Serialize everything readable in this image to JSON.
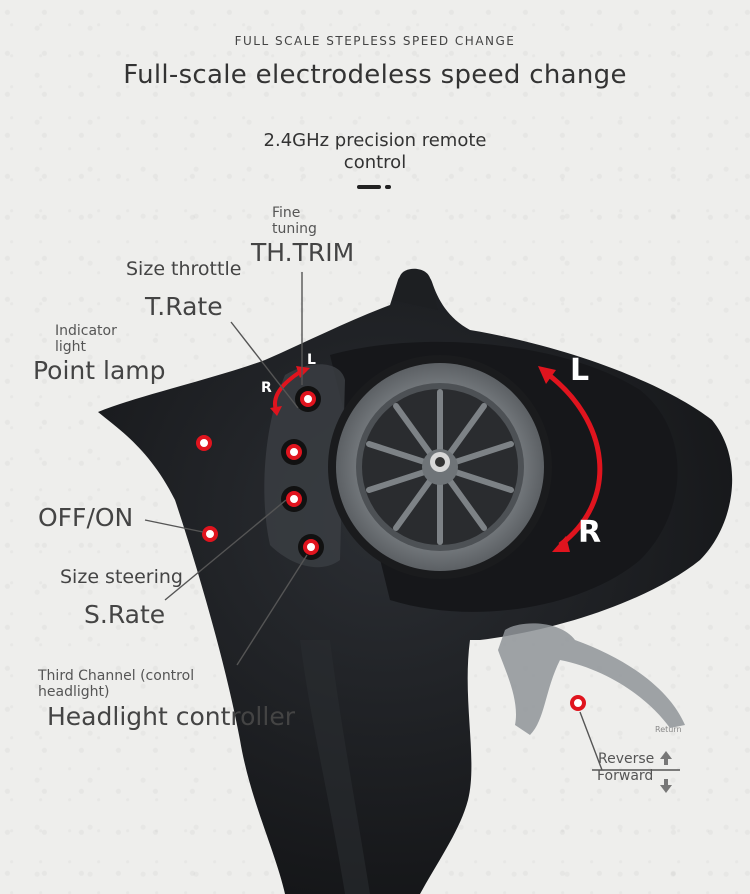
{
  "header": {
    "subtitle": "FULL SCALE STEPLESS SPEED CHANGE",
    "title": "Full-scale electrodeless speed change",
    "caption_line1": "2.4GHz precision remote",
    "caption_line2": "control"
  },
  "callouts": {
    "fine_tuning_l1": "Fine",
    "fine_tuning_l2": "tuning",
    "th_trim": "TH.TRIM",
    "size_throttle": "Size throttle",
    "t_rate": "T.Rate",
    "indicator_l1": "Indicator",
    "indicator_l2": "light",
    "point_lamp": "Point lamp",
    "off_on": "OFF/ON",
    "size_steering": "Size steering",
    "s_rate": "S.Rate",
    "third_channel_l1": "Third Channel (control",
    "third_channel_l2": "headlight)",
    "headlight_controller": "Headlight controller",
    "reverse": "Reverse",
    "forward": "Forward",
    "return": "Return"
  },
  "direction_marks": {
    "wheel_left": "L",
    "wheel_right": "R",
    "trim_left": "L",
    "trim_right": "R"
  },
  "colors": {
    "marker_red": "#e0141e",
    "body_black": "#1a1c1f",
    "wheel_gray": "#6f7478"
  }
}
